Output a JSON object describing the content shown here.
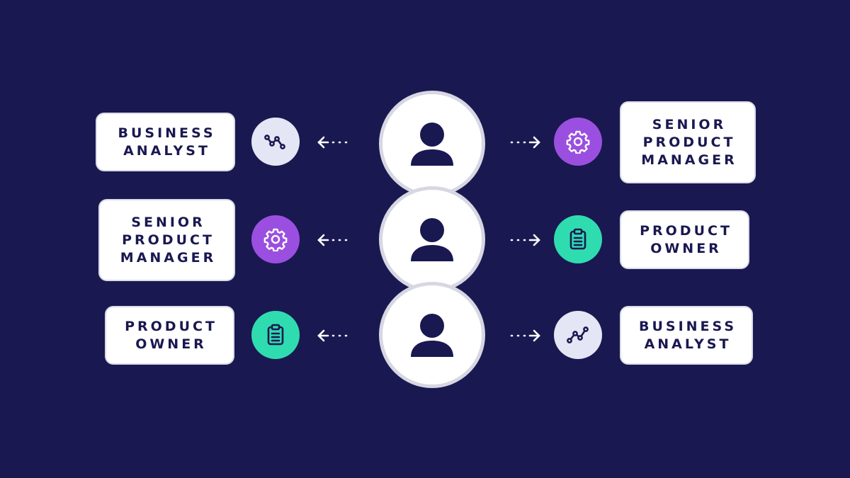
{
  "colors": {
    "background": "#1a1850",
    "navy": "#1a1850",
    "purple": "#9b4fe0",
    "teal": "#2fdcb0",
    "light_icon_bg": "#e4e6f5"
  },
  "rows": [
    {
      "left": {
        "lines": [
          "BUSINESS",
          "ANALYST"
        ],
        "icon": "analytics-icon"
      },
      "right": {
        "lines": [
          "SENIOR",
          "PRODUCT",
          "MANAGER"
        ],
        "icon": "gear-icon"
      },
      "person_icon": "user-icon"
    },
    {
      "left": {
        "lines": [
          "SENIOR",
          "PRODUCT",
          "MANAGER"
        ],
        "icon": "gear-icon"
      },
      "right": {
        "lines": [
          "PRODUCT",
          "OWNER"
        ],
        "icon": "clipboard-icon"
      },
      "person_icon": "user-icon"
    },
    {
      "left": {
        "lines": [
          "PRODUCT",
          "OWNER"
        ],
        "icon": "clipboard-icon"
      },
      "right": {
        "lines": [
          "BUSINESS",
          "ANALYST"
        ],
        "icon": "analytics-icon"
      },
      "person_icon": "user-icon"
    }
  ]
}
